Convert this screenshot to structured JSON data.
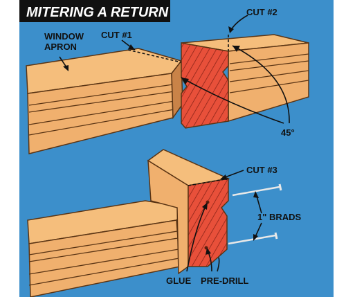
{
  "title": "MITERING A RETURN",
  "labels": {
    "window_apron": [
      "WINDOW",
      "APRON"
    ],
    "cut1": "CUT #1",
    "cut2": "CUT #2",
    "cut3": "CUT #3",
    "angle": "45°",
    "brads": "1\" BRADS",
    "glue": "GLUE",
    "predrill": "PRE-DRILL"
  },
  "colors": {
    "background": "#3c8fcb",
    "title_bar": "#111111",
    "wood": "#f0b06e",
    "wood_dark": "#c98348",
    "end_grain": "#e8503a",
    "grain_lines": "#8a2418",
    "text": "#111111"
  }
}
